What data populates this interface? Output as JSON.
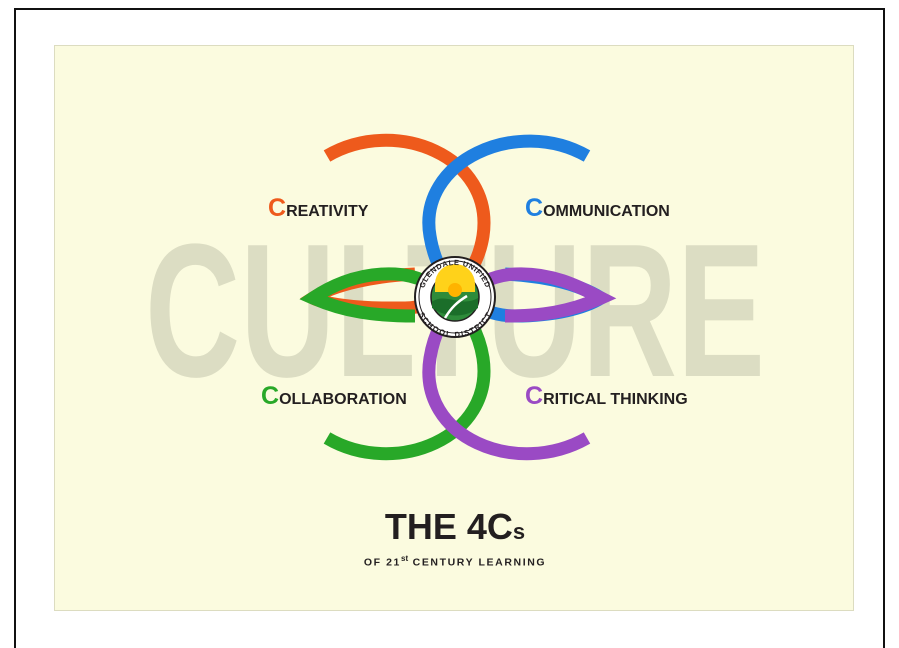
{
  "background_word": "CULTURE",
  "seal": {
    "top_text": "GLENDALE UNIFIED",
    "bottom_text": "SCHOOL DISTRICT"
  },
  "quadrants": [
    {
      "first_letter": "C",
      "rest": "REATIVITY",
      "color": "#ee5a1c"
    },
    {
      "first_letter": "C",
      "rest": "OMMUNICATION",
      "color": "#1f7fe0"
    },
    {
      "first_letter": "C",
      "rest": "OLLABORATION",
      "color": "#28a828"
    },
    {
      "first_letter": "C",
      "rest": "RITICAL THINKING",
      "color": "#9a4ac4"
    }
  ],
  "title": {
    "main": "THE 4C",
    "suffix": "s",
    "tagline_before": "OF 21",
    "tagline_sup": "st",
    "tagline_after": " CENTURY LEARNING"
  },
  "colors": {
    "panel_background": "#fbfbdf",
    "watermark": "#d7d8bf",
    "text": "#231f20"
  }
}
